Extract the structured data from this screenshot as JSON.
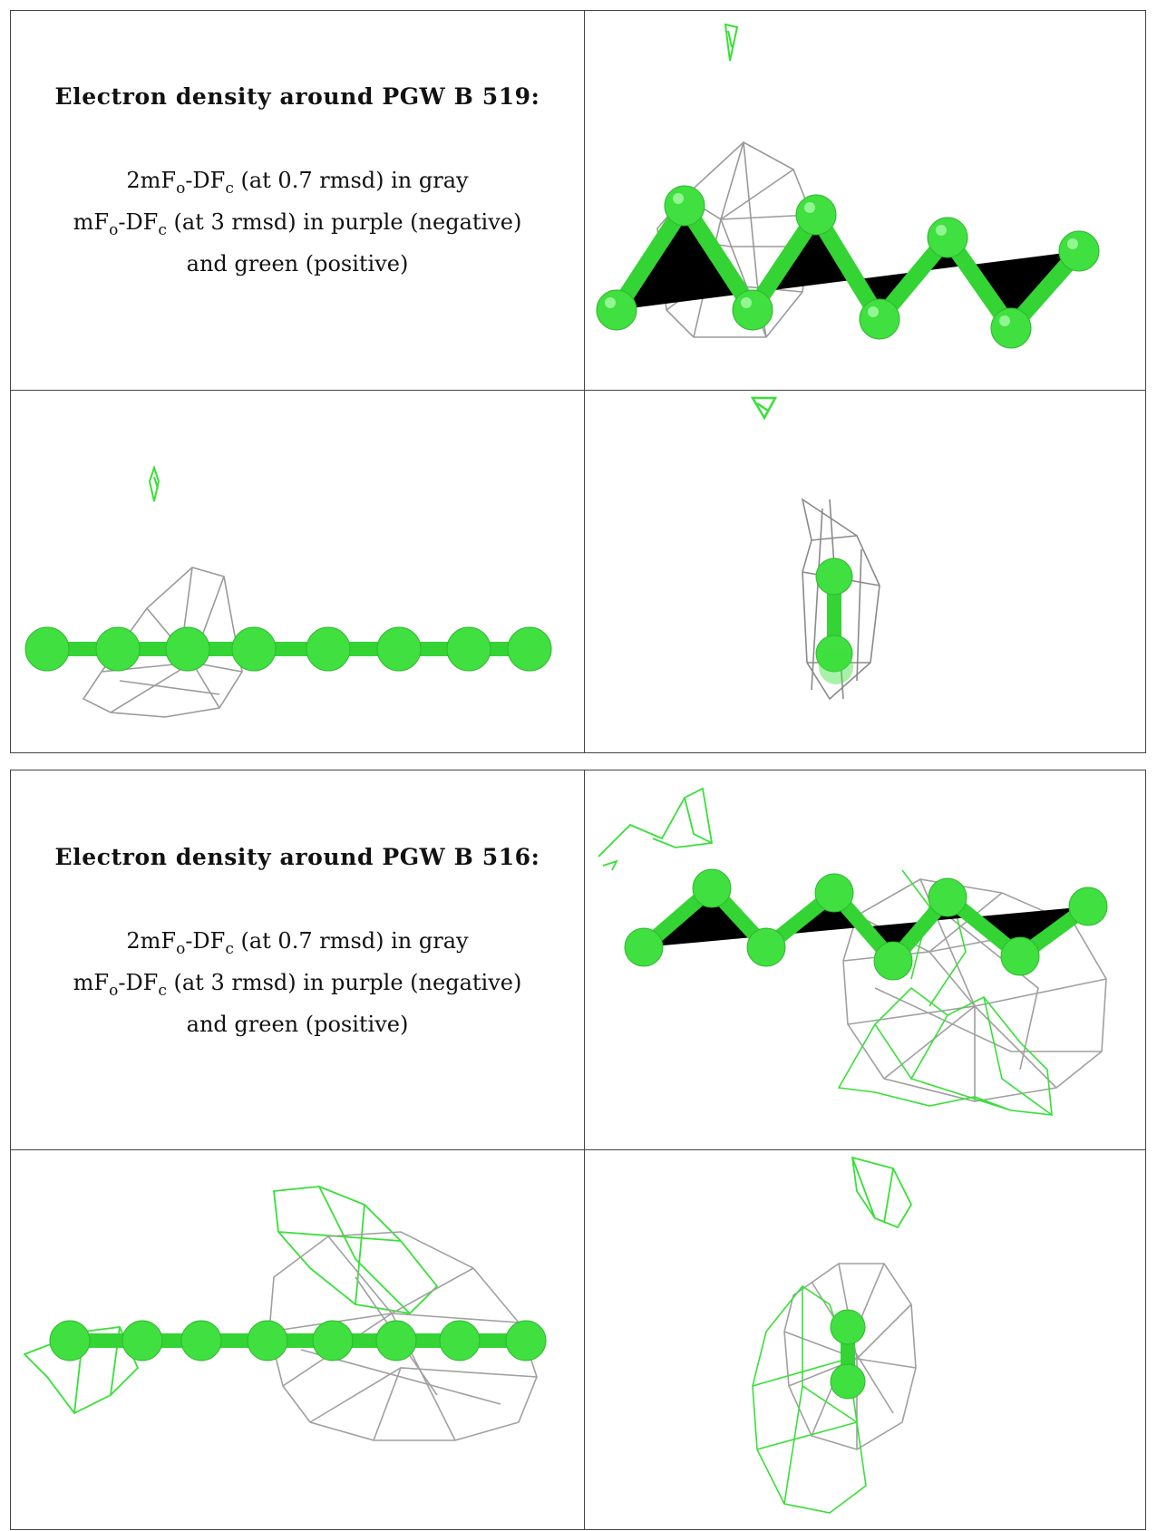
{
  "colors": {
    "atom": "#3fe03f",
    "gray_mesh": "#9a9a9a",
    "green_mesh": "#38e038",
    "border": "#444444"
  },
  "blocks": [
    {
      "heading": "Electron density around PGW B 519:",
      "line1_prefix": "2mF",
      "line1_mid": "-DF",
      "line1_suffix": " (at 0.7 rmsd) in gray",
      "line2_prefix": "mF",
      "line2_mid": "-DF",
      "line2_suffix": " (at 3 rmsd) in purple (negative)",
      "line3": "and green (positive)",
      "sub_o": "o",
      "sub_c": "c"
    },
    {
      "heading": "Electron density around PGW B 516:",
      "line1_prefix": "2mF",
      "line1_mid": "-DF",
      "line1_suffix": " (at 0.7 rmsd) in gray",
      "line2_prefix": "mF",
      "line2_mid": "-DF",
      "line2_suffix": " (at 3 rmsd) in purple (negative)",
      "line3": "and green (positive)",
      "sub_o": "o",
      "sub_c": "c"
    }
  ]
}
